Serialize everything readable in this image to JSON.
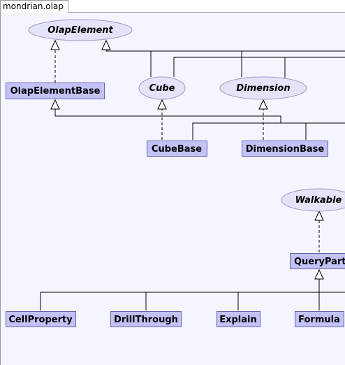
{
  "window": {
    "tab_label": "mondrian.olap"
  },
  "diagram": {
    "interfaces": {
      "olap_element": "OlapElement",
      "cube": "Cube",
      "dimension": "Dimension",
      "walkable": "Walkable"
    },
    "classes": {
      "olap_element_base": "OlapElementBase",
      "cube_base": "CubeBase",
      "dimension_base": "DimensionBase",
      "query_part": "QueryPart",
      "cell_property": "CellProperty",
      "drill_through": "DrillThrough",
      "explain": "Explain",
      "formula": "Formula"
    }
  }
}
